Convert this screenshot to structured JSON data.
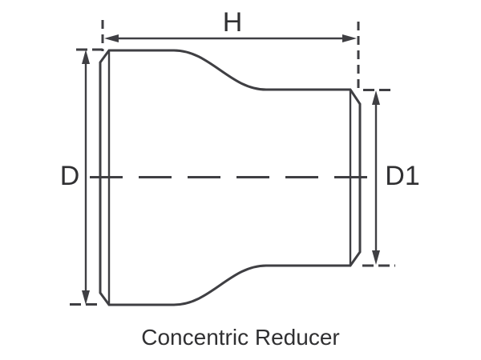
{
  "diagram": {
    "caption": "Concentric Reducer",
    "labels": {
      "length": "H",
      "large_diameter": "D",
      "small_diameter": "D1"
    },
    "colors": {
      "line": "#3f3f43",
      "text": "#303032",
      "background": "#ffffff"
    }
  }
}
